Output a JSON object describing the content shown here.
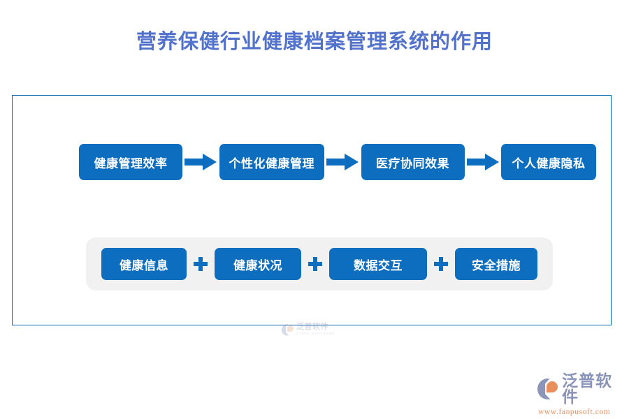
{
  "page": {
    "title": "营养保健行业健康档案管理系统的作用",
    "title_color": "#5272cb",
    "background": "#ffffff"
  },
  "diagram": {
    "frame_border_color": "#0769b0",
    "box_color": "#0d6ec0",
    "panel_color": "#f1f1f1",
    "flow": {
      "arrow_icon": "arrow-right-icon",
      "steps": [
        {
          "label": "健康管理效率"
        },
        {
          "label": "个性化健康管理"
        },
        {
          "label": "医疗协同效果"
        },
        {
          "label": "个人健康隐私"
        }
      ]
    },
    "group": {
      "separator_icon": "plus-icon",
      "separator_label": "+",
      "items": [
        {
          "label": "健康信息"
        },
        {
          "label": "健康状况"
        },
        {
          "label": "数据交互"
        },
        {
          "label": "安全措施"
        }
      ]
    },
    "watermark": {
      "name_cn": "泛普软件",
      "name_en": "FANPU SOFTWARE"
    }
  },
  "brand": {
    "name_cn": "泛普软件",
    "url": "www.fanpusoft.com",
    "text_color": "#8a93b8",
    "accent_color": "#e98f5e"
  }
}
